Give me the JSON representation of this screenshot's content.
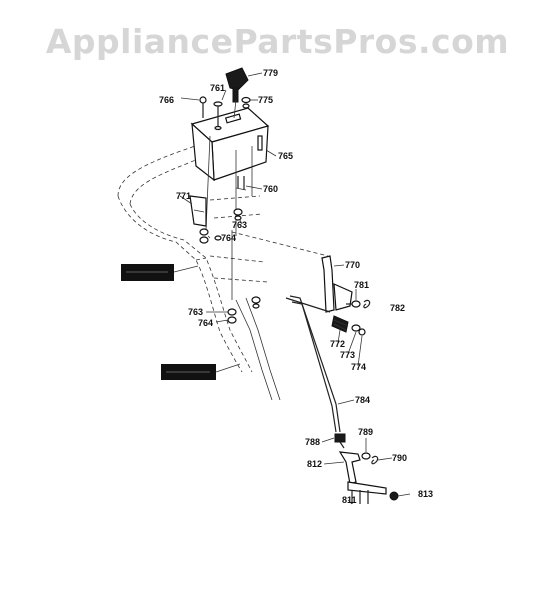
{
  "watermark": "AppliancePartsPros.com",
  "parts": {
    "p766": "766",
    "p761": "761",
    "p779": "779",
    "p775": "775",
    "p765": "765",
    "p760": "760",
    "p771": "771",
    "p763a": "763",
    "p764a": "764",
    "p770": "770",
    "p781": "781",
    "p782": "782",
    "p772": "772",
    "p773": "773",
    "p774": "774",
    "p763b": "763",
    "p764b": "764",
    "p784": "784",
    "p788": "788",
    "p789": "789",
    "p790": "790",
    "p812": "812",
    "p811": "811",
    "p813": "813"
  }
}
